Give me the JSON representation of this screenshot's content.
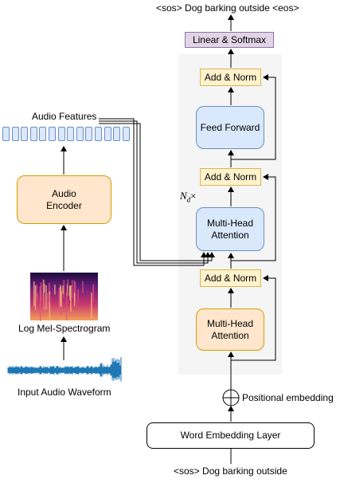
{
  "top_output": "<sos> Dog barking outside <eos>",
  "bottom_input": "<sos> Dog barking outside",
  "decoder": {
    "linear_softmax": "Linear & Softmax",
    "add_norm_top": "Add & Norm",
    "feed_forward": "Feed Forward",
    "add_norm_mid": "Add & Norm",
    "cross_attention": "Multi-Head\nAttention",
    "add_norm_bottom": "Add & Norm",
    "self_attention": "Multi-Head\nAttention",
    "repeat_label": "N",
    "repeat_subscript": "d",
    "repeat_symbol": "×"
  },
  "positional_embedding": "Positional embedding",
  "positional_symbol": "⊕",
  "word_embedding": "Word Embedding Layer",
  "encoder": {
    "audio_features": "Audio Features",
    "audio_encoder": "Audio\nEncoder",
    "log_mel": "Log Mel-Spectrogram",
    "input_waveform": "Input Audio Waveform"
  },
  "colors": {
    "add_norm_fill": "#fff2cc",
    "feed_forward_fill": "#dae8fc",
    "encoder_fill": "#ffe6cc",
    "linear_fill": "#e1d5e7",
    "decoder_bg": "#f5f5f5",
    "waveform": "#1f77b4"
  }
}
